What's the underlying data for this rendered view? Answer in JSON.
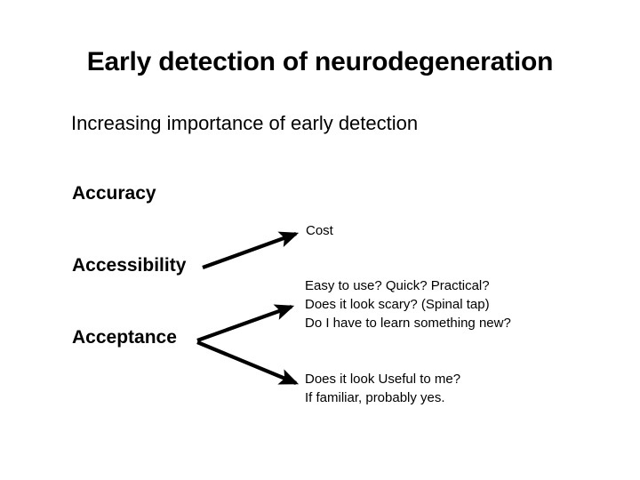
{
  "slide": {
    "title": "Early detection of neurodegeneration",
    "subtitle": "Increasing importance of early detection",
    "background_color": "#ffffff",
    "text_color": "#000000"
  },
  "pillars": [
    {
      "label": "Accuracy"
    },
    {
      "label": "Accessibility"
    },
    {
      "label": "Acceptance"
    }
  ],
  "notes": {
    "cost": {
      "lines": [
        "Cost"
      ]
    },
    "ease_of_use": {
      "lines": [
        "Easy to use? Quick? Practical?",
        "Does it look scary? (Spinal tap)",
        "Do I have to learn something new?"
      ]
    },
    "usefulness": {
      "lines": [
        "Does it look Useful to me?",
        "If familiar, probably yes."
      ]
    }
  },
  "connectors": [
    {
      "name": "accessibility-to-cost",
      "from": "Accessibility",
      "to": "Cost"
    },
    {
      "name": "acceptance-to-ease-of-use",
      "from": "Acceptance",
      "to": "Easy to use? Quick? Practical?"
    },
    {
      "name": "acceptance-to-usefulness",
      "from": "Acceptance",
      "to": "Does it look Useful to me?"
    }
  ]
}
